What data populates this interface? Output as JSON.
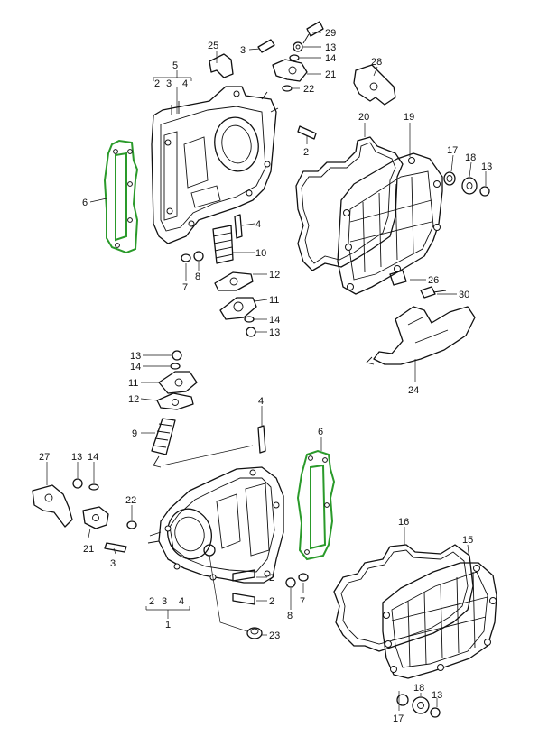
{
  "colors": {
    "line": "#111111",
    "highlight": "#2a9a2a",
    "background": "#ffffff"
  },
  "labels": {
    "l5": "5",
    "l2a": "2",
    "l3a": "3",
    "l4a": "4",
    "l25": "25",
    "l3": "3",
    "l29": "29",
    "l13a": "13",
    "l14a": "14",
    "l21a": "21",
    "l22a": "22",
    "l28": "28",
    "l20": "20",
    "l19": "19",
    "l17a": "17",
    "l18a": "18",
    "l13b": "13",
    "l6a": "6",
    "l2b": "2",
    "l4b": "4",
    "l10": "10",
    "l7a": "7",
    "l8a": "8",
    "l12a": "12",
    "l11a": "11",
    "l14b": "14",
    "l13c": "13",
    "l26": "26",
    "l30": "30",
    "l24": "24",
    "l13d": "13",
    "l14c": "14",
    "l11b": "11",
    "l12b": "12",
    "l9": "9",
    "l4c": "4",
    "l6b": "6",
    "l27": "27",
    "l13e": "13",
    "l14d": "14",
    "l22b": "22",
    "l21b": "21",
    "l3b": "3",
    "l16": "16",
    "l15": "15",
    "l2c": "2",
    "l8b": "8",
    "l7b": "7",
    "l2d": "2",
    "l3c": "3",
    "l4d": "4",
    "l1": "1",
    "l23": "23",
    "l17b": "17",
    "l18b": "18",
    "l13f": "13"
  }
}
